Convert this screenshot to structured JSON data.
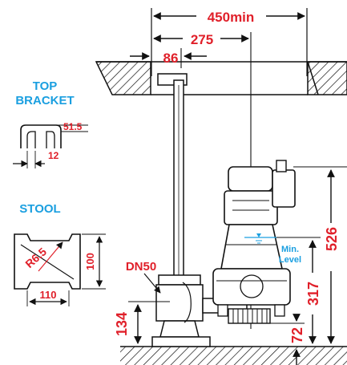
{
  "colors": {
    "dimension_red": "#e0202a",
    "heading_blue": "#1a9fe0",
    "line_black": "#111111"
  },
  "dimensions": {
    "min_spacing": "450min",
    "pipe_offset": "275",
    "bracket_offset": "86",
    "stool_height": "134",
    "base_height": "72",
    "min_level_height": "317",
    "overall_height": "526"
  },
  "top_bracket": {
    "title_line1": "TOP",
    "title_line2": "BRACKET",
    "dim_width": "51.5",
    "dim_gap": "12"
  },
  "stool": {
    "title": "STOOL",
    "radius": "R6.5",
    "dim_height": "100",
    "dim_width": "110"
  },
  "labels": {
    "pipe_size": "DN50",
    "min_level_line1": "Min.",
    "min_level_line2": "Level"
  }
}
